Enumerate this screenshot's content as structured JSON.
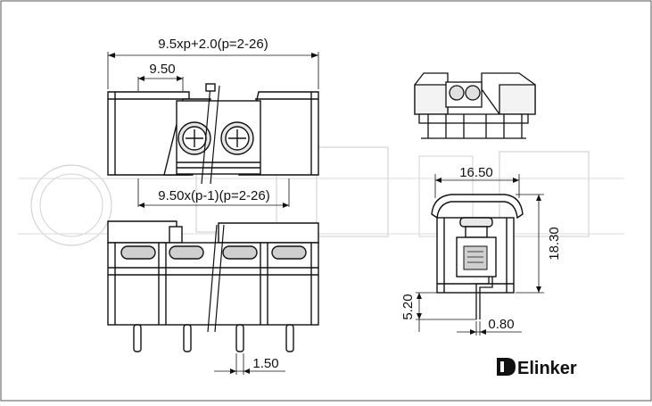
{
  "dimensions": {
    "overall_width": "9.5xp+2.0(p=2-26)",
    "pitch": "9.50",
    "pitch_span": "9.50x(p-1)(p=2-26)",
    "side_width": "16.50",
    "side_height": "18.30",
    "pin_length": "5.20",
    "pin_width": "0.80",
    "pin_spacing": "1.50"
  },
  "brand": {
    "name": "Elinker"
  },
  "colors": {
    "line": "#111111",
    "body_fill": "#ffffff",
    "pad_fill": "#cfcfcf",
    "watermark": "#c8c8c8"
  }
}
